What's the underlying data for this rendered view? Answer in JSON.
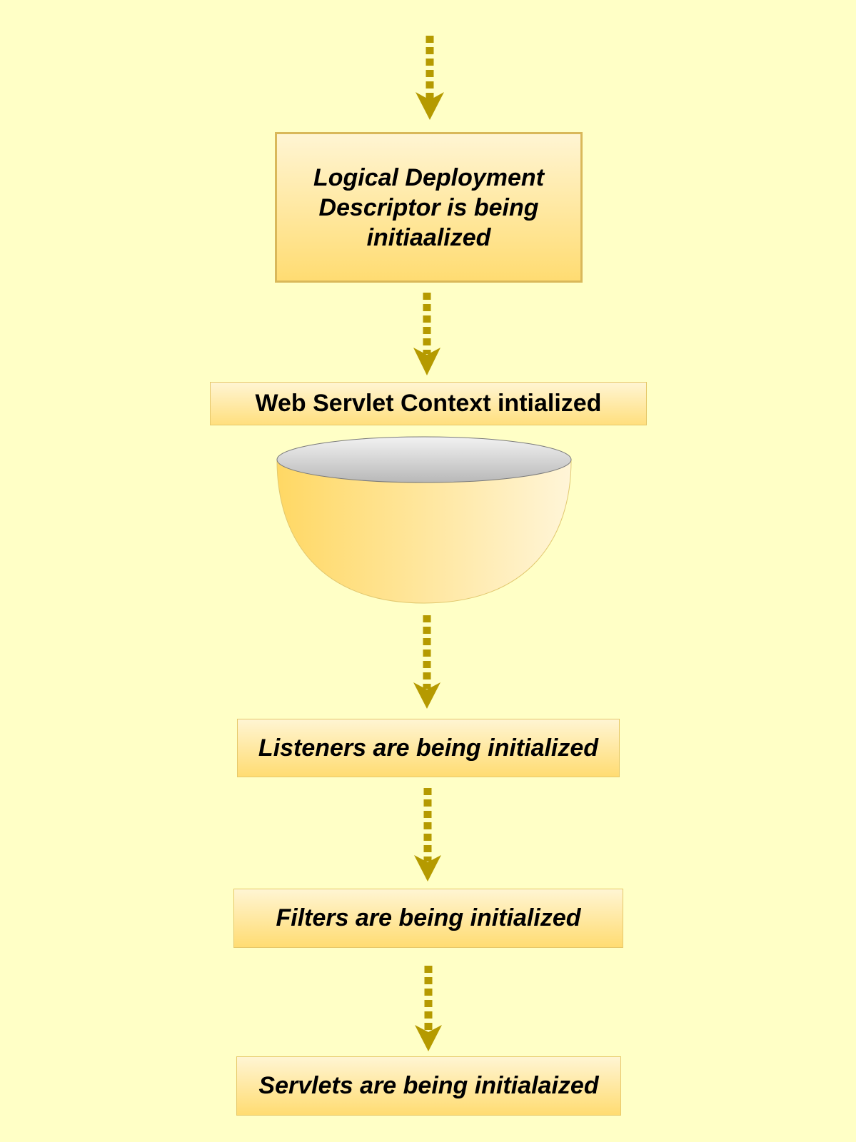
{
  "colors": {
    "background": "#FFFFC6",
    "box_top": "#FFF5D3",
    "box_bottom": "#FFDC72",
    "box_border": "#E6C86A",
    "arrow": "#B59A00",
    "bowl_rim_light": "#F2F2F2",
    "bowl_rim_dark": "#B8B8B8"
  },
  "steps": {
    "logical_dd": "Logical Deployment Descriptor is being initiaalized",
    "web_servlet_context": "Web Servlet Context intialized",
    "listeners": "Listeners are being initialized",
    "filters": "Filters are being initialized",
    "servlets": "Servlets are being initialaized"
  },
  "icons": {
    "container": "bowl-icon",
    "connector": "dashed-down-arrow"
  }
}
